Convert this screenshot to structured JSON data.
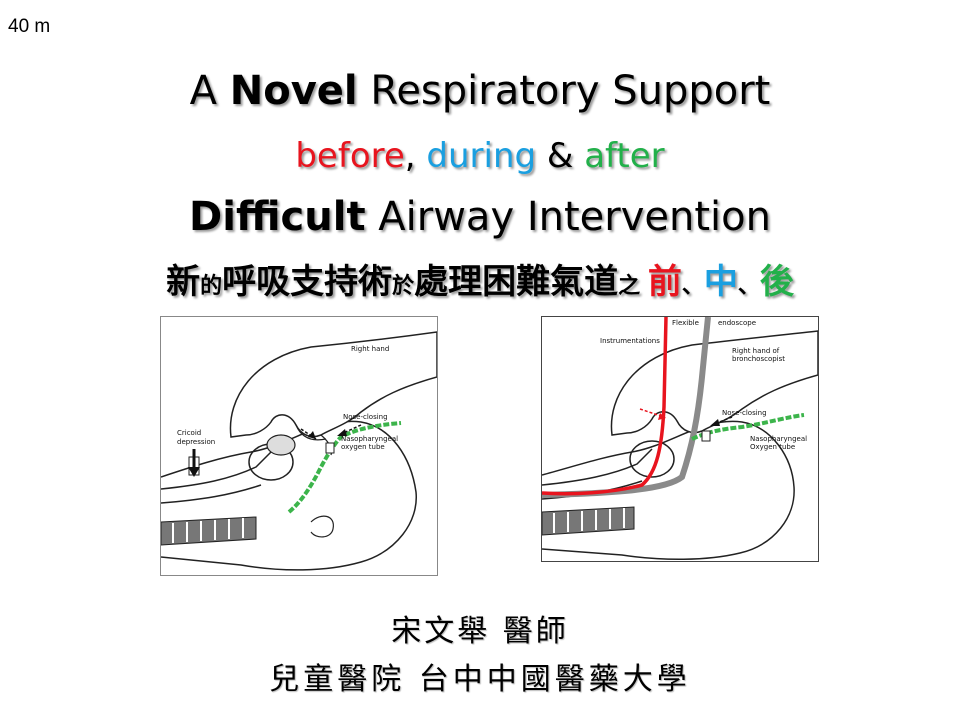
{
  "duration": "40 m",
  "title": {
    "line1_a": "A ",
    "line1_b": "Novel",
    "line1_c": " Respiratory Support",
    "line2_before": "before",
    "line2_comma": ", ",
    "line2_during": "during",
    "line2_amp": " & ",
    "line2_after": "after",
    "line3_a": "Difficult",
    "line3_b": " Airway Intervention",
    "zh_1": "新",
    "zh_2": "的",
    "zh_3": "呼吸支持術",
    "zh_4": "於",
    "zh_5": "處理困難氣道",
    "zh_6": "之 ",
    "zh_before": "前",
    "zh_sep1": "、",
    "zh_during": "中",
    "zh_sep2": "、",
    "zh_after": "後"
  },
  "figure_left": {
    "right_hand": "Right hand",
    "nose_closing": "Nose-closing",
    "cricoid_1": "Cricoid",
    "cricoid_2": "depression",
    "tube_1": "Nasopharyngeal",
    "tube_2": "oxygen tube"
  },
  "figure_right": {
    "flexible": "Flexible",
    "endoscope": "endoscope",
    "instrumentations": "Instrumentations",
    "hand_1": "Right hand of",
    "hand_2": "bronchoscopist",
    "nose_closing": "Nose-closing",
    "tube_1": "Nasopharyngeal",
    "tube_2": "Oxygen tube"
  },
  "author": "宋文舉 醫師",
  "affiliation": "兒童醫院 台中中國醫藥大學",
  "colors": {
    "before": "#e8141e",
    "during": "#1a9fe0",
    "after": "#22b04a",
    "tube_green": "#3cb44b"
  }
}
